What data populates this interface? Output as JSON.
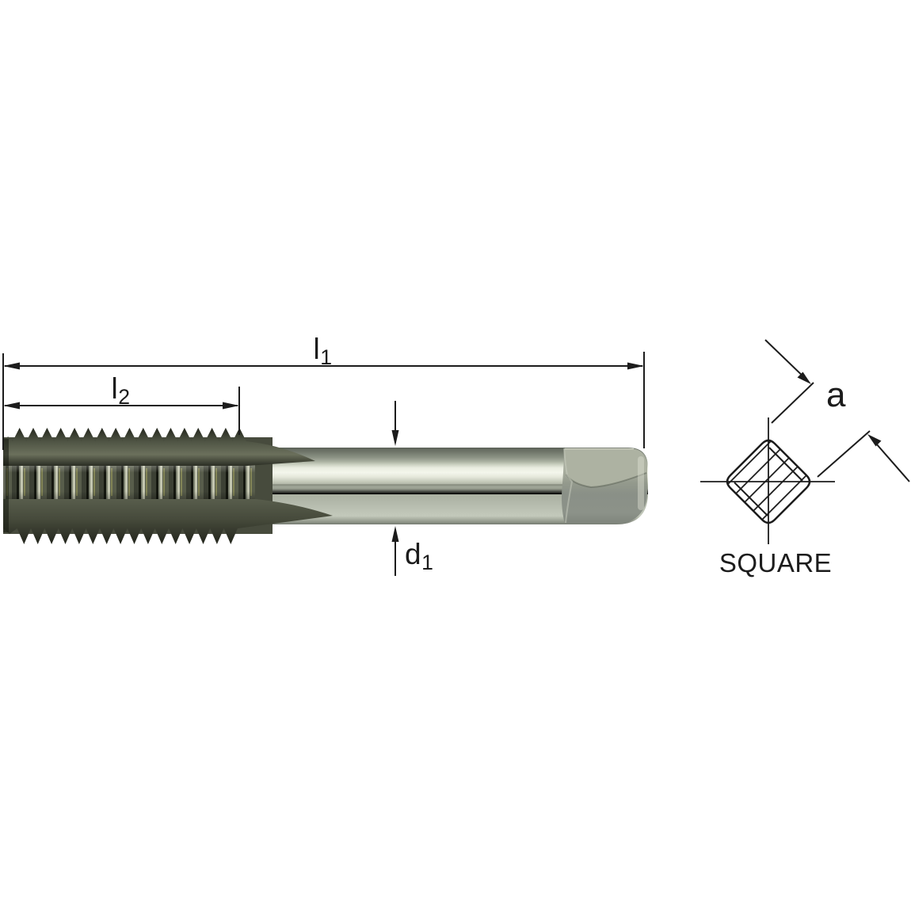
{
  "page": {
    "background": "#ffffff",
    "type": "technical-diagram",
    "subject": "hand tap side view with square drive cross-section detail"
  },
  "labels": {
    "l1": {
      "base": "l",
      "sub": "1"
    },
    "l2": {
      "base": "l",
      "sub": "2"
    },
    "d1": {
      "base": "d",
      "sub": "1"
    },
    "a": "a",
    "square": "SQUARE"
  },
  "colors": {
    "line": "#1c1c1c",
    "thread_dark": "#3a3e33",
    "thread_mid": "#6a6f5e",
    "thread_rib_light": "#c3c6b0",
    "shank_bright": "#f4f6ec",
    "shank_mid": "#b3b9ab",
    "shank_edge": "#60665c",
    "square_end_face": "#a8ad9e",
    "square_end_dark": "#878d85"
  }
}
